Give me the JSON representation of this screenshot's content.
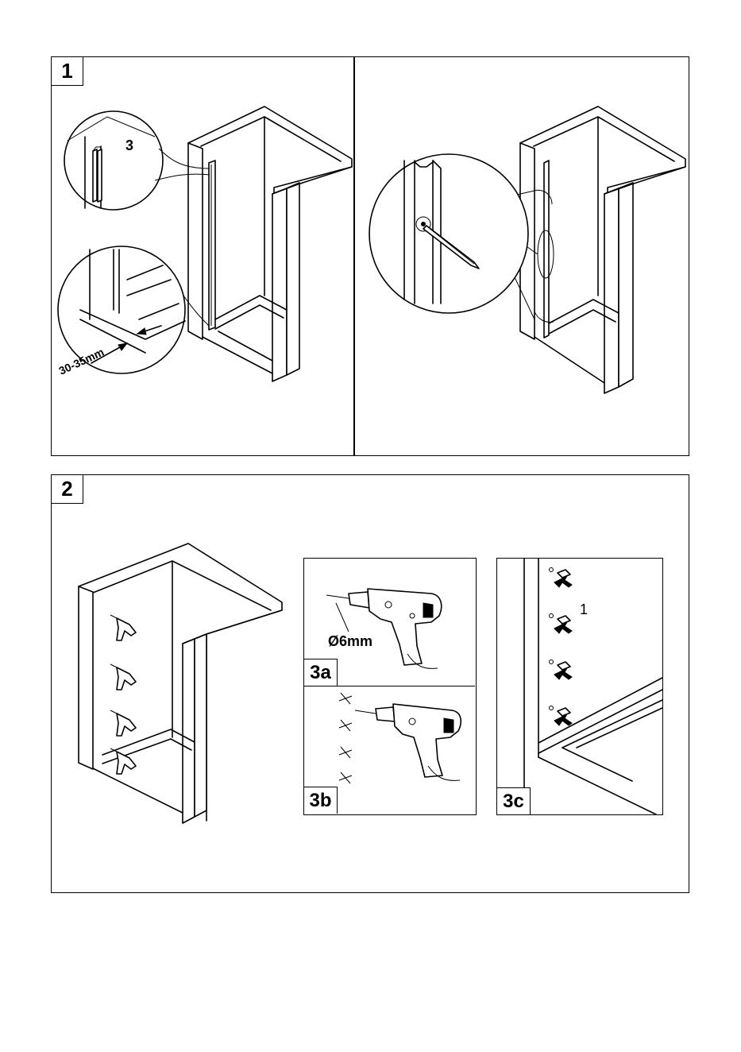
{
  "step1": {
    "badge": "1",
    "detail_profile_label": "3",
    "detail_distance_label": "30-35mm"
  },
  "step2": {
    "badge": "2",
    "sub_a": {
      "badge": "3a",
      "drill_label": "Ø6mm"
    },
    "sub_b": {
      "badge": "3b"
    },
    "sub_c": {
      "badge": "3c",
      "plug_label": "1"
    }
  },
  "icons": [
    "drill-icon",
    "wall-plug-icon",
    "arrow-icon",
    "crosshair-mark-icon"
  ]
}
